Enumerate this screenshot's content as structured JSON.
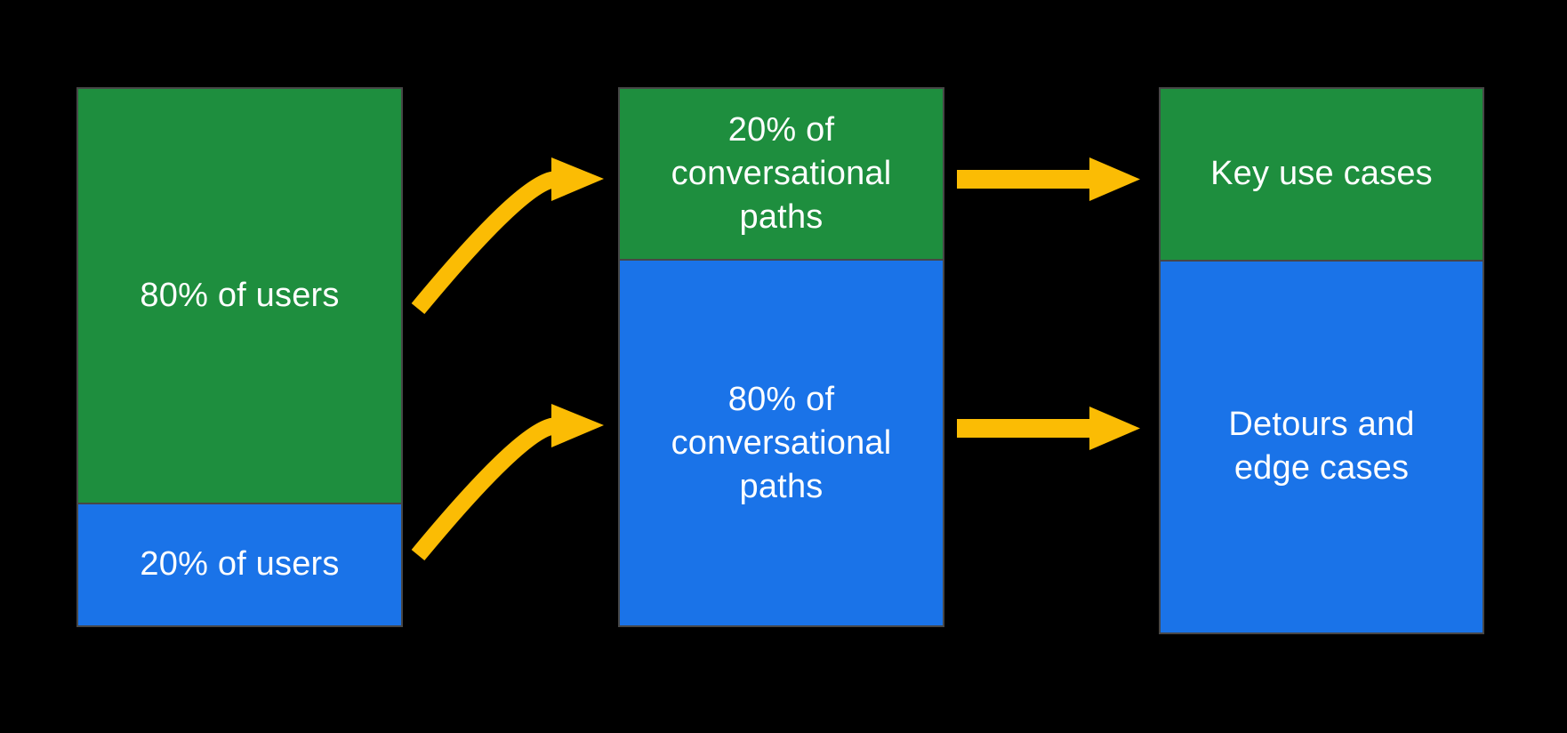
{
  "colors": {
    "green": "#1E8E3E",
    "blue": "#1A73E8",
    "arrow_yellow": "#FBBC04",
    "bar_border": "#474747",
    "background": "#000000",
    "label_text": "#FFFFFF"
  },
  "columns": [
    {
      "name": "users",
      "segments": [
        {
          "color": "green",
          "label": "80% of users",
          "height_frac": 0.773
        },
        {
          "color": "blue",
          "label": "20% of users",
          "height_frac": 0.227
        }
      ]
    },
    {
      "name": "conversational-paths",
      "segments": [
        {
          "color": "green",
          "label": "20% of\nconversational\npaths",
          "height_frac": 0.318
        },
        {
          "color": "blue",
          "label": "80% of\nconversational\npaths",
          "height_frac": 0.682
        }
      ]
    },
    {
      "name": "outcomes",
      "segments": [
        {
          "color": "green",
          "label": "Key use cases",
          "height_frac": 0.315
        },
        {
          "color": "blue",
          "label": "Detours and\nedge cases",
          "height_frac": 0.685
        }
      ]
    }
  ],
  "arrows": [
    {
      "name": "curved-arrow-top",
      "type": "curved",
      "from": "users",
      "to": "conversational-paths"
    },
    {
      "name": "curved-arrow-bottom",
      "type": "curved",
      "from": "users",
      "to": "conversational-paths"
    },
    {
      "name": "straight-arrow-top",
      "type": "straight",
      "from": "conversational-paths",
      "to": "outcomes"
    },
    {
      "name": "straight-arrow-bottom",
      "type": "straight",
      "from": "conversational-paths",
      "to": "outcomes"
    }
  ]
}
